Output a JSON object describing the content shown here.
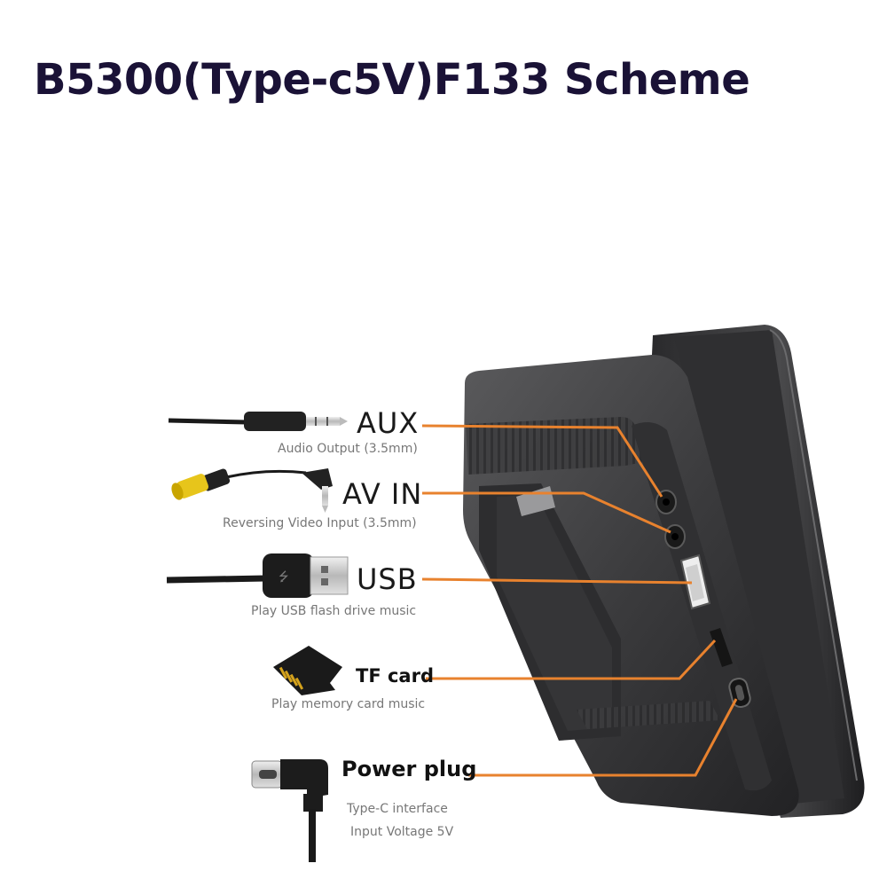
{
  "title": "B5300(Type-c5V)F133 Scheme",
  "ports": [
    {
      "label": "AUX",
      "desc": "Audio Output (3.5mm)"
    },
    {
      "label": "AV IN",
      "desc": "Reversing Video Input (3.5mm)"
    },
    {
      "label": "USB",
      "desc": "Play USB flash drive music"
    },
    {
      "label": "TF card",
      "desc": "Play memory card music"
    },
    {
      "label": "Power plug",
      "desc": "Type-C interface",
      "desc2": "Input Voltage 5V"
    }
  ],
  "colors": {
    "title": "#1a1236",
    "leader": "#e8822e",
    "device": "#3a3a3c"
  }
}
